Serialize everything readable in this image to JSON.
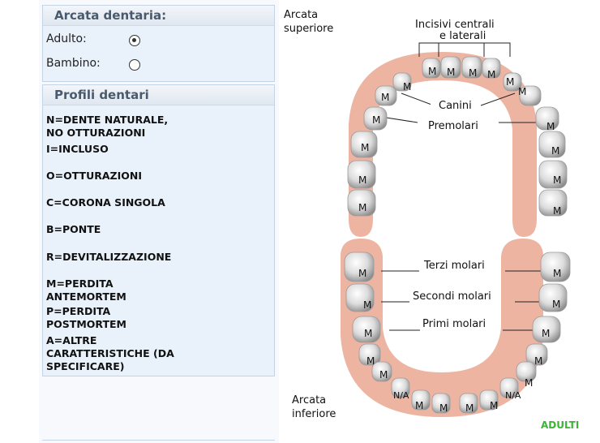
{
  "left_panel": {
    "arcata_title": "Arcata dentaria:",
    "options": [
      {
        "label": "Adulto:",
        "checked": true
      },
      {
        "label": "Bambino:",
        "checked": false
      }
    ],
    "profili_title": "Profili dentari",
    "profiles": [
      "N=DENTE NATURALE,\nNO OTTURAZIONI",
      "I=INCLUSO",
      "O=OTTURAZIONI",
      "C=CORONA SINGOLA",
      "B=PONTE",
      "R=DEVITALIZZAZIONE",
      "M=PERDITA\nANTEMORTEM",
      "P=PERDITA\nPOSTMORTEM",
      "A=ALTRE\nCARATTERISTICHE (DA\nSPECIFICARE)"
    ]
  },
  "diagram": {
    "upper_label": "Arcata\nsuperiore",
    "lower_label": "Arcata\ninferiore",
    "incisivi_label": "Incisivi centrali\ne laterali",
    "canini_label": "Canini",
    "premolari_label": "Premolari",
    "terzi_label": "Terzi molari",
    "secondi_label": "Secondi molari",
    "primi_label": "Primi molari",
    "adulti_label": "ADULTI",
    "adulti_color": "#3ab534",
    "gum_color": "#eeb4a2",
    "missing_mark": "M",
    "na_mark": "N/A"
  }
}
